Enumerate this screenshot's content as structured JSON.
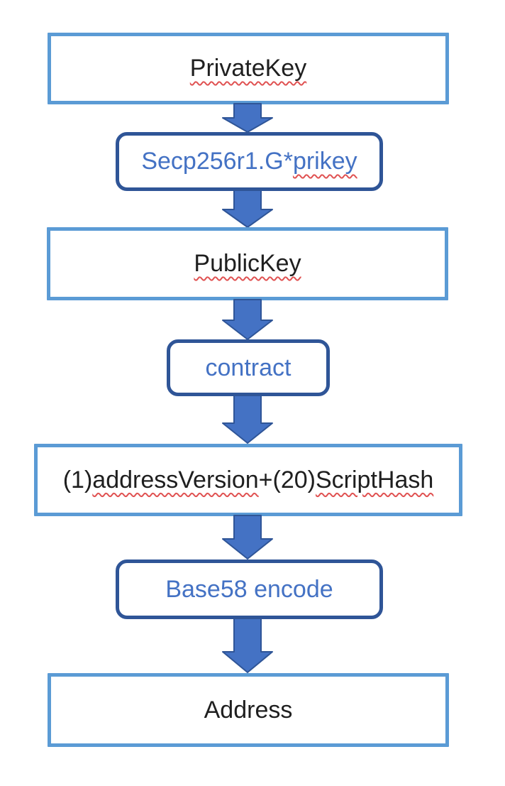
{
  "diagram": {
    "type": "flowchart",
    "direction": "top-down",
    "topic": "address derivation from private key",
    "nodes": [
      {
        "id": "private-key",
        "shape": "rect",
        "text_style": "black",
        "segments": [
          {
            "text": "PrivateKey",
            "misspelled": true
          }
        ]
      },
      {
        "id": "secp256r1-mul",
        "shape": "rounded",
        "text_style": "blue",
        "segments": [
          {
            "text": "Secp256r1.G*",
            "misspelled": false
          },
          {
            "text": "prikey",
            "misspelled": true
          }
        ]
      },
      {
        "id": "public-key",
        "shape": "rect",
        "text_style": "black",
        "segments": [
          {
            "text": "PublicKey",
            "misspelled": true
          }
        ]
      },
      {
        "id": "contract",
        "shape": "rounded",
        "text_style": "blue",
        "segments": [
          {
            "text": "contract",
            "misspelled": false
          }
        ]
      },
      {
        "id": "script-hash",
        "shape": "rect",
        "text_style": "black",
        "segments": [
          {
            "text": "(1)",
            "misspelled": false
          },
          {
            "text": "addressVersion",
            "misspelled": true
          },
          {
            "text": "+(20)",
            "misspelled": false
          },
          {
            "text": "ScriptHash",
            "misspelled": true
          }
        ]
      },
      {
        "id": "base58-encode",
        "shape": "rounded",
        "text_style": "blue",
        "segments": [
          {
            "text": "Base58 encode",
            "misspelled": false
          }
        ]
      },
      {
        "id": "address",
        "shape": "rect",
        "text_style": "black",
        "segments": [
          {
            "text": "Address",
            "misspelled": false
          }
        ]
      }
    ],
    "edges": [
      {
        "from": "private-key",
        "to": "secp256r1-mul"
      },
      {
        "from": "secp256r1-mul",
        "to": "public-key"
      },
      {
        "from": "public-key",
        "to": "contract"
      },
      {
        "from": "contract",
        "to": "script-hash"
      },
      {
        "from": "script-hash",
        "to": "base58-encode"
      },
      {
        "from": "base58-encode",
        "to": "address"
      }
    ],
    "colors": {
      "rect_border": "#5B9BD5",
      "rounded_border": "#2F5597",
      "arrow_fill": "#4472C4",
      "arrow_outline": "#2F5597",
      "blue_text": "#4472C4",
      "black_text": "#1f1f1f",
      "spellcheck_underline": "#e05252",
      "background": "#ffffff"
    }
  }
}
